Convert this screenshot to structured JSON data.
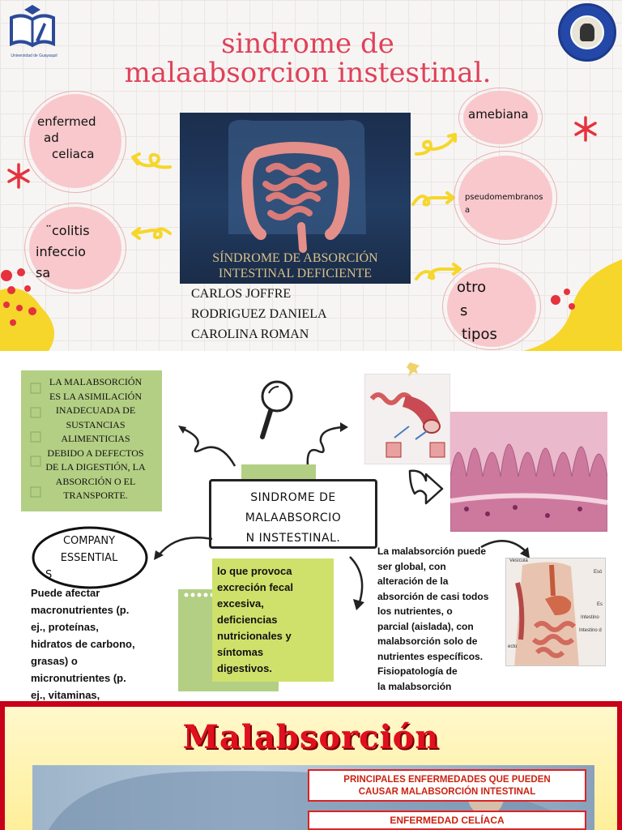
{
  "section1": {
    "university_caption": "Universidad de Guayaquil",
    "title_line1": "sindrome de",
    "title_line2": "malaabsorcion instestinal.",
    "left_blobs": {
      "b1": [
        "enfermed",
        "ad",
        "celiaca"
      ],
      "b2": [
        "¨colitis",
        "infeccio",
        "sa"
      ]
    },
    "right_blobs": {
      "b1": "amebiana",
      "b2": [
        "pseudomembranos",
        "a"
      ],
      "b3": [
        "otro",
        "s",
        "tipos"
      ]
    },
    "hero": {
      "line1": "SÍNDROME DE ABSORCIÓN",
      "line2": "INTESTINAL DEFICIENTE"
    },
    "authors": [
      "CARLOS  JOFFRE",
      "RODRIGUEZ DANIELA",
      "CAROLINA        ROMAN"
    ],
    "colors": {
      "title": "#e0415a",
      "blob": "#f8c8cc",
      "accent_yellow": "#f6d62a",
      "asterisk": "#e5323e"
    }
  },
  "section2": {
    "definition": [
      "LA MALABSORCIÓN",
      "ES LA ASIMILACIÓN",
      "INADECUADA DE",
      "SUSTANCIAS",
      "ALIMENTICIAS",
      "DEBIDO A DEFECTOS",
      "DE LA DIGESTIÓN, LA",
      "ABSORCIÓN O EL",
      "TRANSPORTE."
    ],
    "center": [
      "SINDROME  DE",
      "MALAABSORCIO",
      "N  INSTESTINAL."
    ],
    "oval": [
      "COMPANY",
      "ESSENTIAL",
      "S"
    ],
    "macros": [
      "Puede afectar",
      "macronutrientes (p.",
      "ej.,  proteínas,",
      "hidratos de  carbono,",
      "grasas) o",
      "micronutrientes (p.",
      "ej.,  vitaminas,"
    ],
    "effects": [
      "lo que provoca",
      "excreción fecal",
      " excesiva,",
      "deficiencias",
      "nutricionales y",
      "síntomas",
      "digestivos."
    ],
    "global": [
      "La malabsorción puede",
      "ser global, con",
      "alteración de la",
      "absorción de casi todos",
      " los nutrientes, o",
      "parcial  (aislada), con",
      "malabsorción solo de",
      "nutrientes específicos.",
      "Fisiopatología de",
      "la  malabsorción"
    ],
    "diagram_labels": [
      "Vesícula",
      "Esó",
      "Es",
      "Intestino",
      "Intestino d",
      "ecto"
    ]
  },
  "section3": {
    "title": "Malabsorción",
    "panel1": [
      "PRINCIPALES ENFERMEDADES QUE PUEDEN",
      "CAUSAR MALABSORCIÓN INTESTINAL"
    ],
    "panel2": "ENFERMEDAD CELÍACA"
  }
}
